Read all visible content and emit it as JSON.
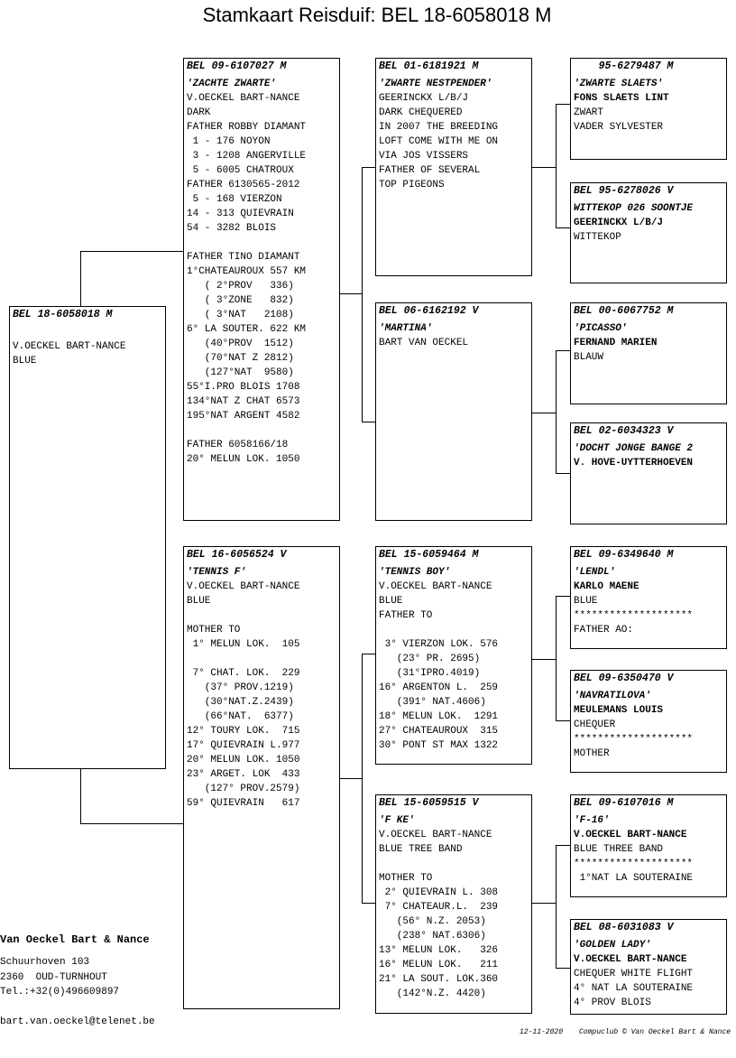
{
  "title": "Stamkaart Reisduif: BEL 18-6058018 M",
  "subject": {
    "ring": "BEL 18-6058018 M",
    "lines": [
      "",
      "V.OECKEL BART-NANCE",
      "BLUE"
    ]
  },
  "sire": {
    "ring": "BEL 09-6107027 M",
    "name": "'ZACHTE ZWARTE'",
    "lines": [
      "V.OECKEL BART-NANCE",
      "DARK",
      "FATHER ROBBY DIAMANT",
      " 1 - 176 NOYON",
      " 3 - 1208 ANGERVILLE",
      " 5 - 6005 CHATROUX",
      "FATHER 6130565-2012",
      " 5 - 168 VIERZON",
      "14 - 313 QUIEVRAIN",
      "54 - 3282 BLOIS",
      "",
      "FATHER TINO DIAMANT",
      "1°CHATEAUROUX 557 KM",
      "   ( 2°PROV   336)",
      "   ( 3°ZONE   832)",
      "   ( 3°NAT   2108)",
      "6° LA SOUTER. 622 KM",
      "   (40°PROV  1512)",
      "   (70°NAT Z 2812)",
      "   (127°NAT  9580)",
      "55°I.PRO BLOIS 1708",
      "134°NAT Z CHAT 6573",
      "195°NAT ARGENT 4582",
      "",
      "FATHER 6058166/18",
      "20° MELUN LOK. 1050"
    ]
  },
  "dam": {
    "ring": "BEL 16-6056524 V",
    "name": "'TENNIS F'",
    "lines": [
      "V.OECKEL BART-NANCE",
      "BLUE",
      "",
      "MOTHER TO",
      " 1° MELUN LOK.  105",
      "",
      " 7° CHAT. LOK.  229",
      "   (37° PROV.1219)",
      "   (30°NAT.Z.2439)",
      "   (66°NAT.  6377)",
      "12° TOURY LOK.  715",
      "17° QUIEVRAIN L.977",
      "20° MELUN LOK. 1050",
      "23° ARGET. LOK  433",
      "   (127° PROV.2579)",
      "59° QUIEVRAIN   617"
    ]
  },
  "ss": {
    "ring": "BEL 01-6181921 M",
    "name": "'ZWARTE NESTPENDER'",
    "lines": [
      "GEERINCKX L/B/J",
      "DARK CHEQUERED",
      "IN 2007 THE BREEDING",
      "LOFT COME WITH ME ON",
      "VIA JOS VISSERS",
      "FATHER OF SEVERAL",
      "TOP PIGEONS"
    ]
  },
  "sd": {
    "ring": "BEL 06-6162192 V",
    "name": "'MARTINA'",
    "lines": [
      "BART VAN OECKEL"
    ]
  },
  "ds": {
    "ring": "BEL 15-6059464 M",
    "name": "'TENNIS BOY'",
    "lines": [
      "V.OECKEL BART-NANCE",
      "BLUE",
      "FATHER TO",
      "",
      " 3° VIERZON LOK. 576",
      "   (23° PR. 2695)",
      "   (31°IPRO.4019)",
      "16° ARGENTON L.  259",
      "   (391° NAT.4606)",
      "18° MELUN LOK.  1291",
      "27° CHATEAUROUX  315",
      "30° PONT ST MAX 1322"
    ]
  },
  "dd": {
    "ring": "BEL 15-6059515 V",
    "name": "'F KE'",
    "lines": [
      "V.OECKEL BART-NANCE",
      "BLUE TREE BAND",
      "",
      "MOTHER TO",
      " 2° QUIEVRAIN L. 308",
      " 7° CHATEAUR.L.  239",
      "   (56° N.Z. 2053)",
      "   (238° NAT.6306)",
      "13° MELUN LOK.   326",
      "16° MELUN LOK.   211",
      "21° LA SOUT. LOK.360",
      "   (142°N.Z. 4420)"
    ]
  },
  "sss": {
    "ring": "    95-6279487 M",
    "name": "'ZWARTE SLAETS'",
    "lines": [
      "FONS SLAETS LINT",
      "ZWART",
      "VADER SYLVESTER"
    ]
  },
  "ssd": {
    "ring": "BEL 95-6278026 V",
    "name": "WITTEKOP 026 SOONTJE",
    "lines": [
      "GEERINCKX L/B/J",
      "WITTEKOP"
    ]
  },
  "sds": {
    "ring": "BEL 00-6067752 M",
    "name": "'PICASSO'",
    "lines": [
      "FERNAND MARIEN",
      "BLAUW"
    ]
  },
  "sdd": {
    "ring": "BEL 02-6034323 V",
    "name": "'DOCHT JONGE BANGE 2",
    "lines": [
      "V. HOVE-UYTTERHOEVEN"
    ]
  },
  "dss": {
    "ring": "BEL 09-6349640 M",
    "name": "'LENDL'",
    "lines": [
      "KARLO MAENE",
      "BLUE",
      "********************",
      "FATHER AO:"
    ]
  },
  "dsd": {
    "ring": "BEL 09-6350470 V",
    "name": "'NAVRATILOVA'",
    "lines": [
      "MEULEMANS LOUIS",
      "CHEQUER",
      "********************",
      "MOTHER"
    ]
  },
  "dds": {
    "ring": "BEL 09-6107016 M",
    "name": "'F-16'",
    "lines": [
      "V.OECKEL BART-NANCE",
      "BLUE THREE BAND",
      "********************",
      " 1°NAT LA SOUTERAINE"
    ]
  },
  "ddd": {
    "ring": "BEL 08-6031083 V",
    "name": "'GOLDEN LADY'",
    "lines": [
      "V.OECKEL BART-NANCE",
      "CHEQUER WHITE FLIGHT",
      "4° NAT LA SOUTERAINE",
      "4° PROV BLOIS"
    ]
  },
  "owner": {
    "name": "Van Oeckel Bart & Nance",
    "street": "Schuurhoven 103",
    "city": "2360  OUD-TURNHOUT",
    "tel": "Tel.:+32(0)496609897",
    "email": "bart.van.oeckel@telenet.be"
  },
  "footer": {
    "date": "12-11-2020",
    "credit": "Compuclub © Van Oeckel Bart & Nance"
  }
}
